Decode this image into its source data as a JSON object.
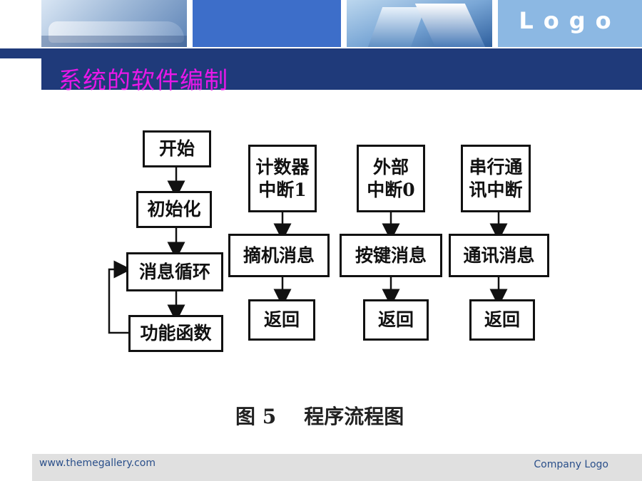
{
  "header": {
    "logo": "Logo"
  },
  "title": "系统的软件编制",
  "flowchart": {
    "main": [
      "开始",
      "初始化",
      "消息循环",
      "功能函数"
    ],
    "columns": [
      {
        "interrupt": [
          "计数器",
          "中断1"
        ],
        "message": "摘机消息",
        "return": "返回"
      },
      {
        "interrupt": [
          "外部",
          "中断0"
        ],
        "message": "按键消息",
        "return": "返回"
      },
      {
        "interrupt": [
          "串行通",
          "讯中断"
        ],
        "message": "通讯消息",
        "return": "返回"
      }
    ],
    "caption": "图 5    程序流程图"
  },
  "footer": {
    "url": "www.themegallery.com",
    "company": "Company Logo"
  },
  "colors": {
    "navy": "#1f3a7a",
    "title": "#e818e8",
    "footer_bg": "#e0e0e0",
    "footer_text": "#2a4f8a"
  }
}
